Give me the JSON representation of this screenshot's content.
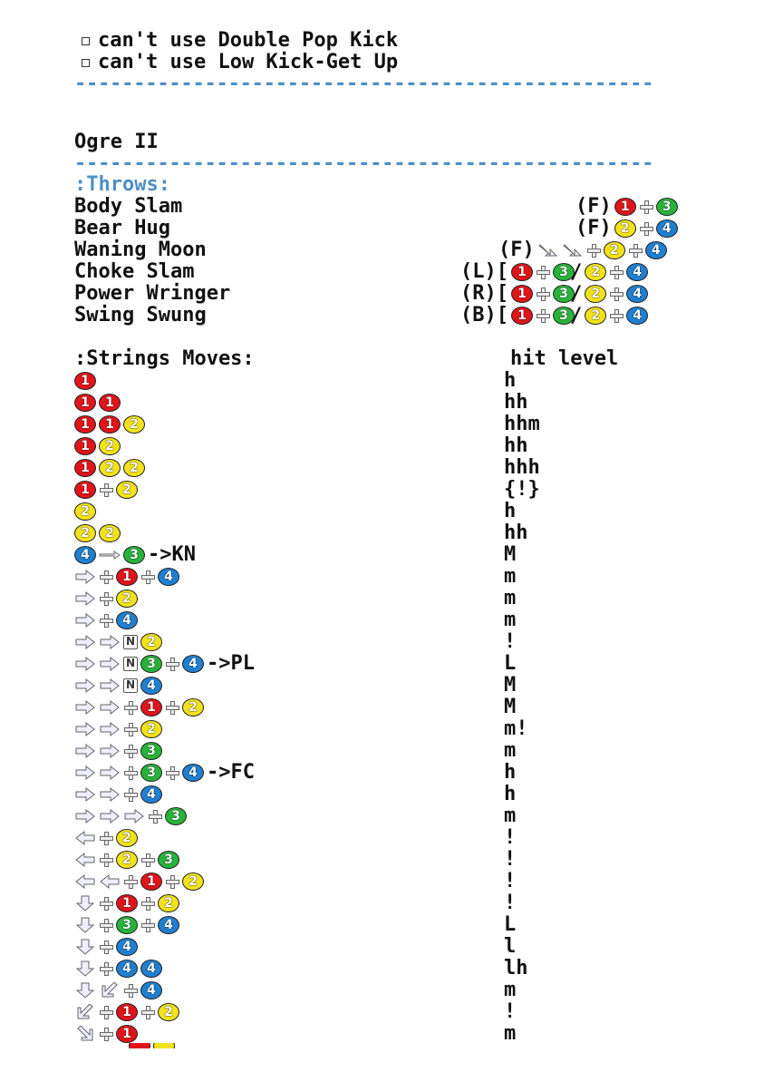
{
  "header_notes": [
    "can't use Double Pop Kick",
    "can't use Low Kick-Get Up"
  ],
  "separator": "-------------------------------------------------",
  "character_name": "Ogre II",
  "throws_heading": ":Throws:",
  "throws": [
    {
      "name": "Body Slam",
      "prefix": "(F)"
    },
    {
      "name": "Bear Hug",
      "prefix": "(F)"
    },
    {
      "name": "Waning Moon",
      "prefix": "(F)"
    },
    {
      "name": "Choke Slam",
      "prefix": "(L)["
    },
    {
      "name": "Power Wringer",
      "prefix": "(R)["
    },
    {
      "name": "Swing Swung",
      "prefix": "(B)["
    }
  ],
  "strings_heading": ":Strings Moves:",
  "hit_level_heading": "hit level",
  "moves": [
    {
      "hit": "h",
      "suffix": ""
    },
    {
      "hit": "hh",
      "suffix": ""
    },
    {
      "hit": "hhm",
      "suffix": ""
    },
    {
      "hit": "hh",
      "suffix": ""
    },
    {
      "hit": "hhh",
      "suffix": ""
    },
    {
      "hit": "{!}",
      "suffix": ""
    },
    {
      "hit": "h",
      "suffix": ""
    },
    {
      "hit": "hh",
      "suffix": ""
    },
    {
      "hit": "M",
      "suffix": "->KN"
    },
    {
      "hit": "m",
      "suffix": ""
    },
    {
      "hit": "m",
      "suffix": ""
    },
    {
      "hit": "m",
      "suffix": ""
    },
    {
      "hit": "!",
      "suffix": ""
    },
    {
      "hit": "L",
      "suffix": "->PL"
    },
    {
      "hit": "M",
      "suffix": ""
    },
    {
      "hit": "M",
      "suffix": ""
    },
    {
      "hit": "m!",
      "suffix": ""
    },
    {
      "hit": "m",
      "suffix": ""
    },
    {
      "hit": "h",
      "suffix": "->FC"
    },
    {
      "hit": "h",
      "suffix": ""
    },
    {
      "hit": "m",
      "suffix": ""
    },
    {
      "hit": "!",
      "suffix": ""
    },
    {
      "hit": "!",
      "suffix": ""
    },
    {
      "hit": "!",
      "suffix": ""
    },
    {
      "hit": "!",
      "suffix": ""
    },
    {
      "hit": "L",
      "suffix": ""
    },
    {
      "hit": "l",
      "suffix": ""
    },
    {
      "hit": "lh",
      "suffix": ""
    },
    {
      "hit": "m",
      "suffix": ""
    },
    {
      "hit": "!",
      "suffix": ""
    },
    {
      "hit": "m",
      "suffix": ""
    }
  ],
  "button_labels": {
    "b1": "1",
    "b2": "2",
    "b3": "3",
    "b4": "4"
  },
  "notation_n": "N",
  "colors": {
    "separator": "#4f8fc6",
    "button1": "#e0141a",
    "button2": "#f2e21a",
    "button3": "#27b33a",
    "button4": "#1f7fd0"
  }
}
